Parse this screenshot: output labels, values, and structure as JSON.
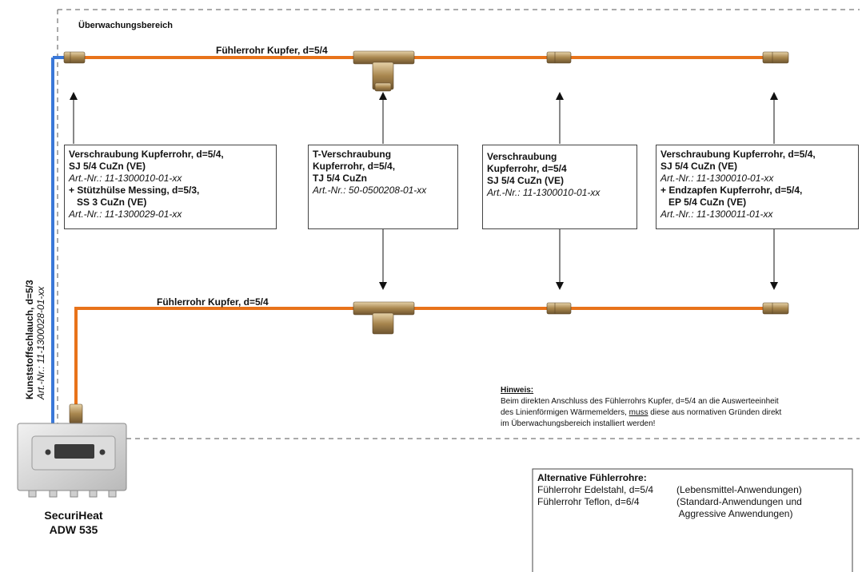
{
  "zone_label": "Überwachungsbereich",
  "top_pipe_label": "Fühlerrohr Kupfer, d=5/4",
  "bottom_pipe_label": "Fühlerrohr Kupfer, d=5/4",
  "hose": {
    "label": "Kunststoffschlauch, d=5/3",
    "art": "Art.-Nr.: 11-1300028-01-xx"
  },
  "boxes": [
    {
      "lines": [
        {
          "text": "Verschraubung Kupferrohr, d=5/4,",
          "style": "b"
        },
        {
          "text": "SJ 5/4 CuZn (VE)",
          "style": "b"
        },
        {
          "text": "Art.-Nr.: 11-1300010-01-xx",
          "style": "i"
        },
        {
          "text": "+ Stützhülse Messing, d=5/3,",
          "style": "b"
        },
        {
          "text": "   SS 3 CuZn (VE)",
          "style": "b"
        },
        {
          "text": "Art.-Nr.: 11-1300029-01-xx",
          "style": "i"
        }
      ]
    },
    {
      "lines": [
        {
          "text": "T-Verschraubung",
          "style": "b"
        },
        {
          "text": "Kupferrohr, d=5/4,",
          "style": "b"
        },
        {
          "text": "TJ 5/4 CuZn",
          "style": "b"
        },
        {
          "text": "Art.-Nr.: 50-0500208-01-xx",
          "style": "i"
        }
      ]
    },
    {
      "lines": [
        {
          "text": "Verschraubung",
          "style": "b"
        },
        {
          "text": "Kupferrohr, d=5/4",
          "style": "b"
        },
        {
          "text": "SJ 5/4 CuZn (VE)",
          "style": "b"
        },
        {
          "text": "Art.-Nr.: 11-1300010-01-xx",
          "style": "i"
        }
      ]
    },
    {
      "lines": [
        {
          "text": "Verschraubung Kupferrohr, d=5/4,",
          "style": "b"
        },
        {
          "text": "SJ 5/4 CuZn (VE)",
          "style": "b"
        },
        {
          "text": "Art.-Nr.: 11-1300010-01-xx",
          "style": "i"
        },
        {
          "text": "+ Endzapfen Kupferrohr, d=5/4,",
          "style": "b"
        },
        {
          "text": "   EP 5/4 CuZn (VE)",
          "style": "b"
        },
        {
          "text": "Art.-Nr.: 11-1300011-01-xx",
          "style": "i"
        }
      ]
    }
  ],
  "hint": {
    "title": "Hinweis:",
    "line1": "Beim direkten Anschluss des Fühlerrohrs Kupfer, d=5/4 an die Auswerteeinheit",
    "line2_pre": "des Linienförmigen Wärmemelders, ",
    "line2_emph": "muss",
    "line2_post": " diese aus normativen Gründen direkt",
    "line3": "im Überwachungsbereich installiert werden!"
  },
  "device": {
    "name_line1": "SecuriHeat",
    "name_line2": "ADW 535"
  },
  "alternatives": {
    "title": "Alternative Fühlerrohre:",
    "rows": [
      {
        "name": "Fühlerrohr Edelstahl, d=5/4",
        "use": "(Lebensmittel-Anwendungen)"
      },
      {
        "name": "Fühlerrohr Teflon, d=6/4",
        "use": "(Standard-Anwendungen und"
      },
      {
        "name": "",
        "use": " Aggressive Anwendungen)"
      }
    ]
  },
  "colors": {
    "copper_pipe": "#e8731a",
    "plastic_hose": "#3a78d8",
    "fitting_brass": "#b8935a",
    "dashed_border": "#555555"
  }
}
